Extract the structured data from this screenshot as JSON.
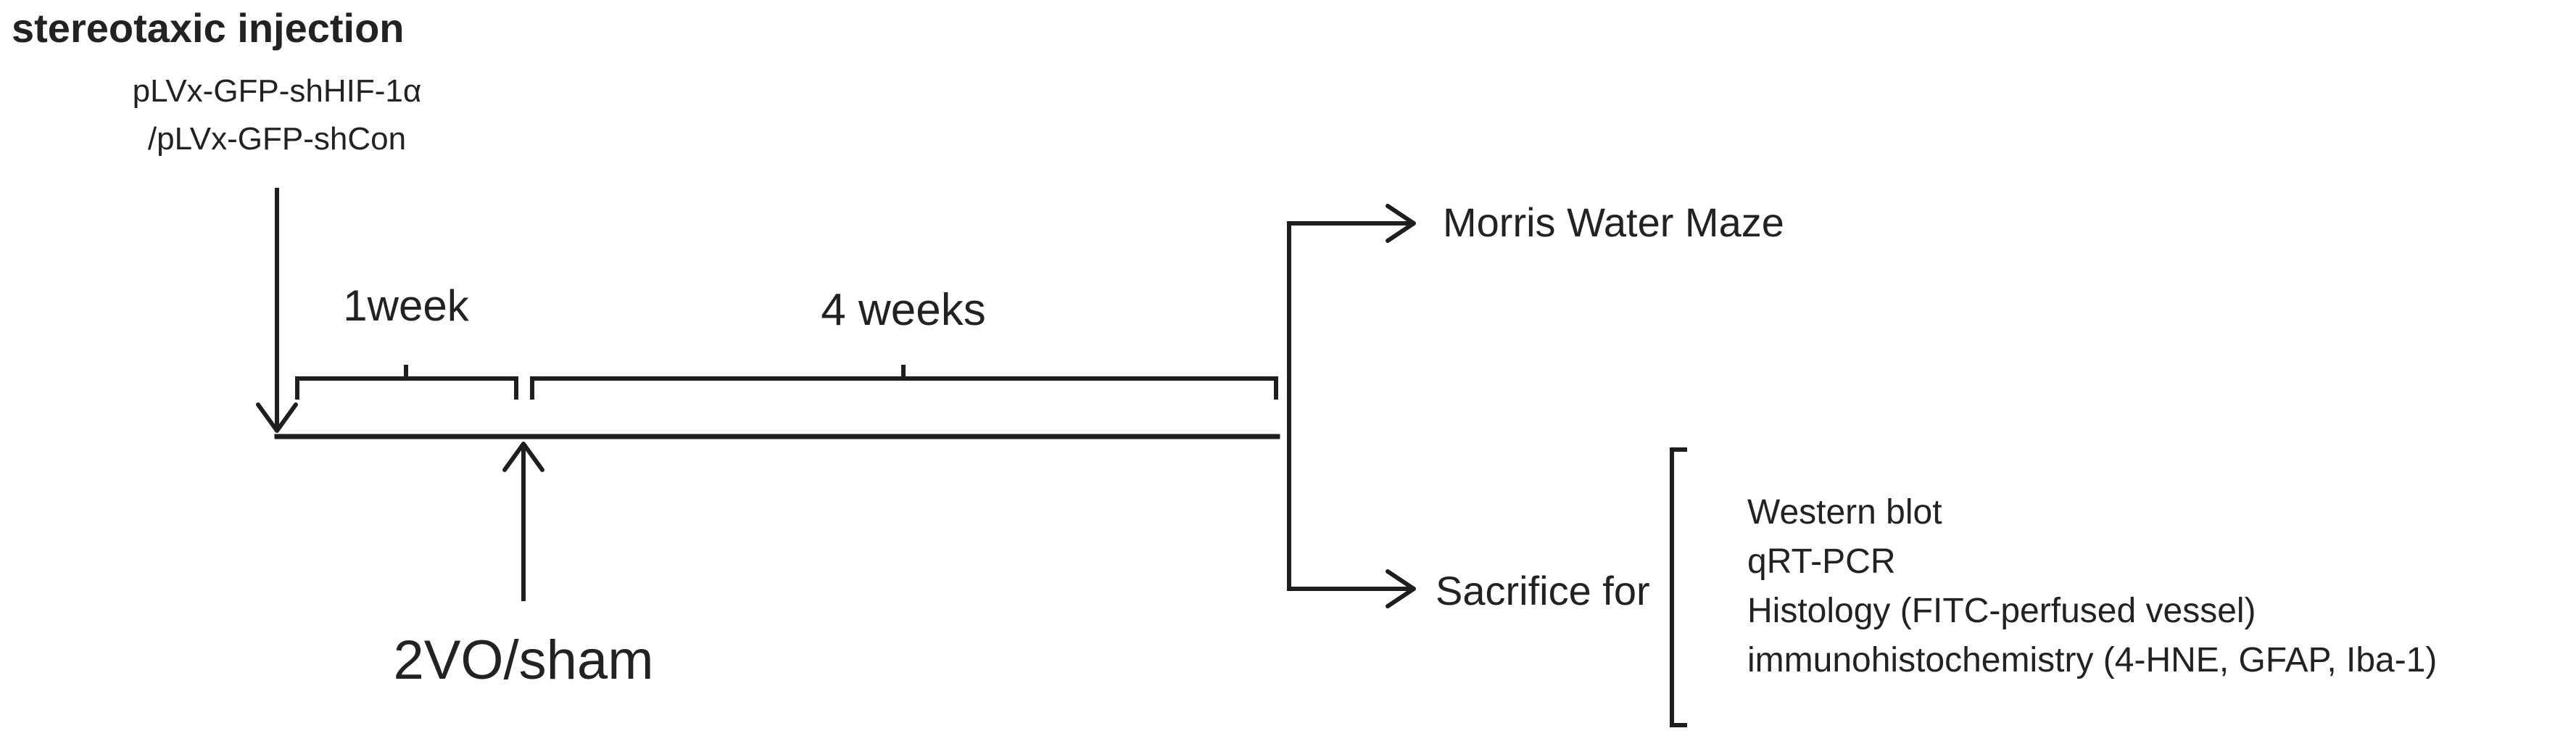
{
  "injection": {
    "title": "stereotaxic injection",
    "line1": "pLVx-GFP-shHIF-1α",
    "line2": "/pLVx-GFP-shCon"
  },
  "periods": {
    "first": "1week",
    "second": "4 weeks"
  },
  "surgery_label": "2VO/sham",
  "outcomes": {
    "behavior": "Morris Water Maze",
    "sacrifice": "Sacrifice for",
    "assays": [
      "Western blot",
      "qRT-PCR",
      "Histology (FITC-perfused vessel)",
      "immunohistochemistry (4-HNE, GFAP, Iba-1)"
    ]
  }
}
